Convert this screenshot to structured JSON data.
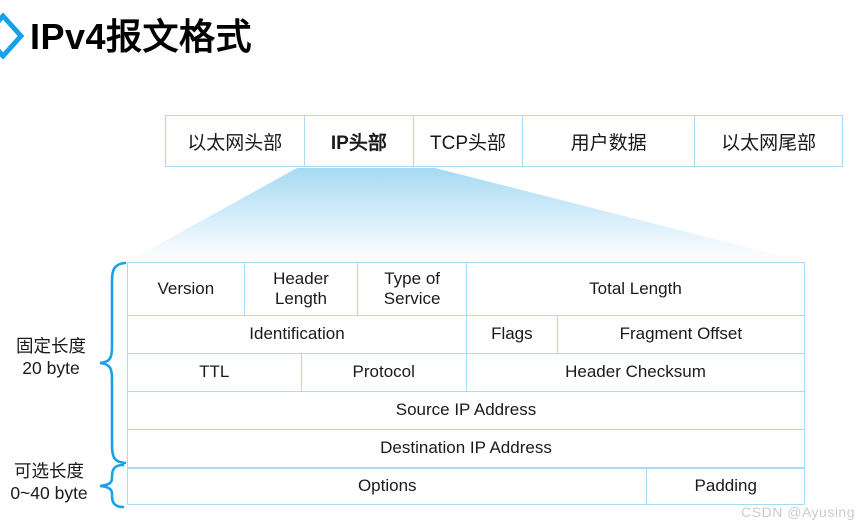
{
  "title": "IPv4报文格式",
  "frame_row": {
    "cells": [
      {
        "label": "以太网头部",
        "bold": false
      },
      {
        "label": "IP头部",
        "bold": true
      },
      {
        "label": "TCP头部",
        "bold": false
      },
      {
        "label": "用户数据",
        "bold": false
      },
      {
        "label": "以太网尾部",
        "bold": false
      }
    ]
  },
  "ip_header_table": {
    "rows": [
      {
        "cells": [
          {
            "label": "Version"
          },
          {
            "label": "Header Length"
          },
          {
            "label": "Type of Service"
          },
          {
            "label": "Total Length"
          }
        ]
      },
      {
        "cells": [
          {
            "label": "Identification"
          },
          {
            "label": "Flags"
          },
          {
            "label": "Fragment Offset"
          }
        ]
      },
      {
        "cells": [
          {
            "label": "TTL"
          },
          {
            "label": "Protocol"
          },
          {
            "label": "Header Checksum"
          }
        ]
      },
      {
        "cells": [
          {
            "label": "Source IP Address"
          }
        ]
      },
      {
        "cells": [
          {
            "label": "Destination IP Address"
          }
        ]
      },
      {
        "cells": [
          {
            "label": "Options"
          },
          {
            "label": "Padding"
          }
        ]
      }
    ]
  },
  "annotations": {
    "fixed_length": {
      "line1": "固定长度",
      "line2": "20 byte"
    },
    "optional_length": {
      "line1": "可选长度",
      "line2": "0~40 byte"
    }
  },
  "watermark": "CSDN @Ayusing",
  "colors": {
    "accent_blue": "#18a0e8",
    "cell_border": "#a9dcf2",
    "funnel_top": "#a5daf1",
    "text": "#1a1a1a",
    "watermark_gray": "#c6cbd5"
  }
}
